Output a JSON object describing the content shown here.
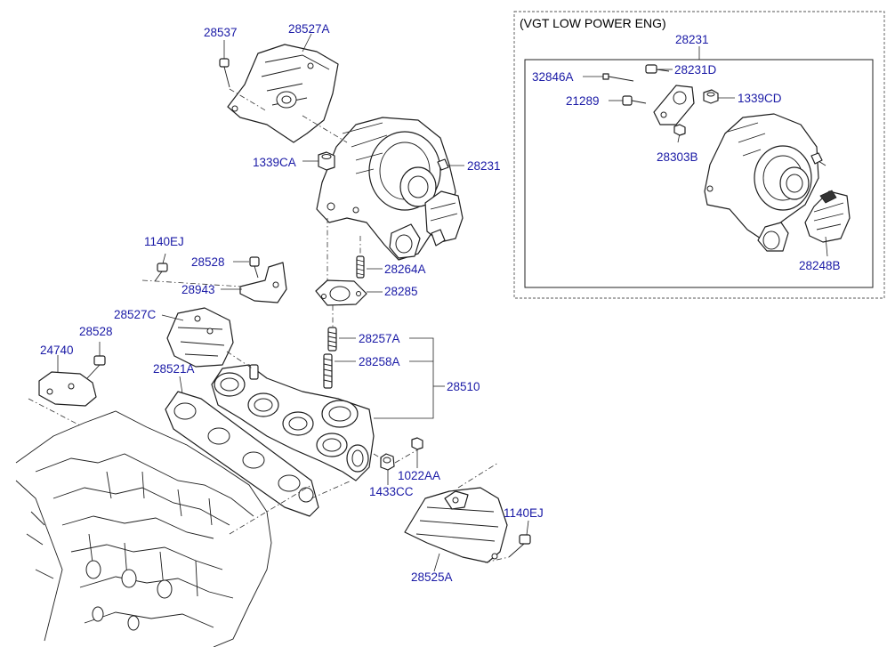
{
  "diagram": {
    "option_box_title": "(VGT LOW POWER ENG)",
    "labels": {
      "p28537": "28537",
      "p28527A": "28527A",
      "p1339CA": "1339CA",
      "p28231_main": "28231",
      "p28264A": "28264A",
      "p28285": "28285",
      "p1140EJ_top": "1140EJ",
      "p28528_top": "28528",
      "p28943": "28943",
      "p28527C": "28527C",
      "p28528_left": "28528",
      "p24740": "24740",
      "p28521A": "28521A",
      "p28257A": "28257A",
      "p28258A": "28258A",
      "p28510": "28510",
      "p1022AA": "1022AA",
      "p1433CC": "1433CC",
      "p1140EJ_bottom": "1140EJ",
      "p28525A": "28525A",
      "p28231_option": "28231",
      "p32846A": "32846A",
      "p28231D": "28231D",
      "p21289": "21289",
      "p1339CD": "1339CD",
      "p28303B": "28303B",
      "p28248B": "28248B"
    }
  }
}
